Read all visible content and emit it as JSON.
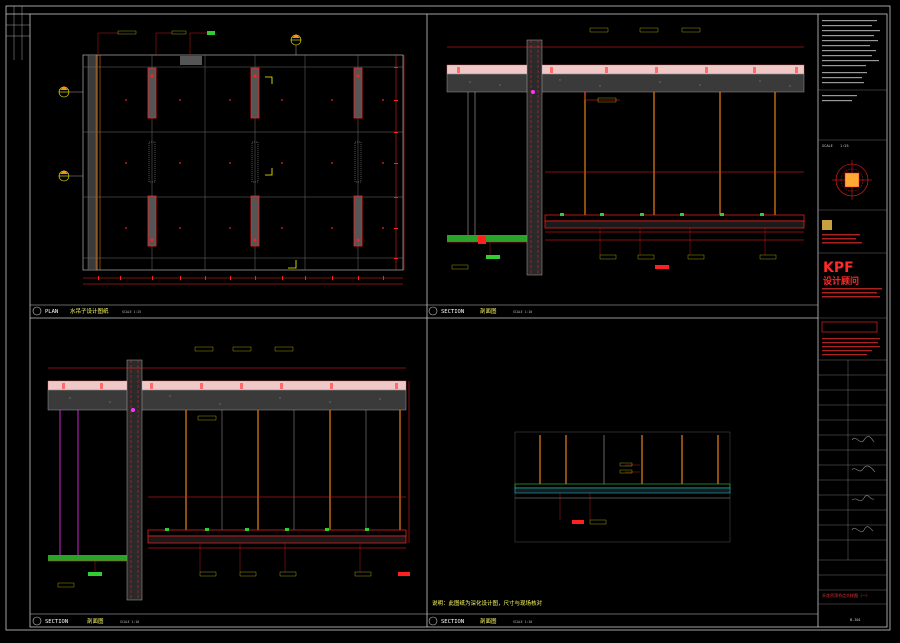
{
  "colors": {
    "background": "#000000",
    "frame": "#c8c8c8",
    "dimension": "#ff2020",
    "stud": "#ff8c1a",
    "tag": "#ffff00",
    "concrete": "#9a9a9a",
    "slab_light": "#f0c8c8",
    "accent_green": "#33cc33",
    "cyan": "#00e5ff",
    "magenta": "#ff33ff",
    "brand_red": "#ff2a2a"
  },
  "views": {
    "plan": {
      "label": "PLAN",
      "title": "水吊子设计图纸",
      "scale": "SCALE 1:25"
    },
    "section_1": {
      "label": "SECTION",
      "title": "剖面图",
      "scale": "SCALE 1:10"
    },
    "section_2": {
      "label": "SECTION",
      "title": "剖面图",
      "scale": "SCALE 1:10"
    },
    "section_3": {
      "label": "SECTION",
      "title": "剖面图",
      "scale": "SCALE 1:10"
    }
  },
  "note": "说明：此图纸为深化设计图，尺寸与现场核对",
  "title_block": {
    "brand": "KPF",
    "brand_cn": "设计顾问",
    "scale_label": "SCALE",
    "scale_value": "1:25",
    "drawing_title": "天花吊顶节点大样图（一）",
    "drawing_no": "B-301"
  }
}
